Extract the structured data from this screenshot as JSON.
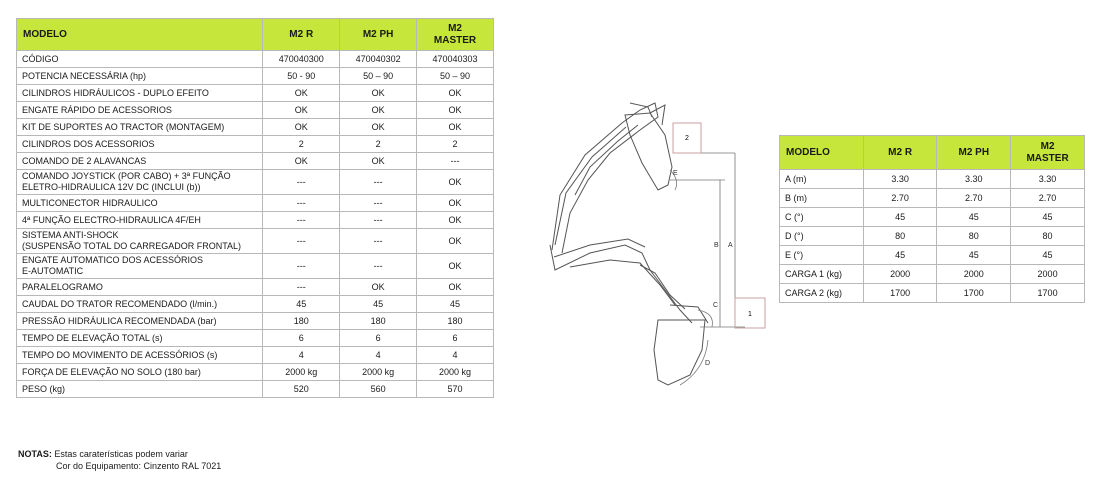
{
  "main_table": {
    "headers": [
      "MODELO",
      "M2 R",
      "M2 PH",
      "M2\nMASTER"
    ],
    "rows": [
      {
        "label": "CÓDIGO",
        "values": [
          "470040300",
          "470040302",
          "470040303"
        ]
      },
      {
        "label": "POTENCIA NECESSÁRIA (hp)",
        "values": [
          "50 - 90",
          "50 – 90",
          "50 – 90"
        ]
      },
      {
        "label": "CILINDROS HIDRÁULICOS - DUPLO EFEITO",
        "values": [
          "OK",
          "OK",
          "OK"
        ]
      },
      {
        "label": "ENGATE RÁPIDO DE ACESSORIOS",
        "values": [
          "OK",
          "OK",
          "OK"
        ]
      },
      {
        "label": "KIT DE SUPORTES AO TRACTOR (MONTAGEM)",
        "values": [
          "OK",
          "OK",
          "OK"
        ]
      },
      {
        "label": "CILINDROS DOS ACESSORIOS",
        "values": [
          "2",
          "2",
          "2"
        ]
      },
      {
        "label": "COMANDO DE 2 ALAVANCAS",
        "values": [
          "OK",
          "OK",
          "---"
        ]
      },
      {
        "label": "COMANDO JOYSTICK (POR CABO) + 3ª FUNÇÃO\nELETRO-HIDRAULICA 12V DC (INCLUI (b))",
        "values": [
          "---",
          "---",
          "OK"
        ]
      },
      {
        "label": "MULTICONECTOR HIDRAULICO",
        "values": [
          "---",
          "---",
          "OK"
        ]
      },
      {
        "label": "4ª FUNÇÃO ELECTRO-HIDRAULICA 4F/EH",
        "values": [
          "---",
          "---",
          "OK"
        ]
      },
      {
        "label": "SISTEMA ANTI-SHOCK\n(SUSPENSÃO TOTAL DO CARREGADOR FRONTAL)",
        "values": [
          "---",
          "---",
          "OK"
        ]
      },
      {
        "label": "ENGATE AUTOMATICO DOS ACESSÓRIOS\nE-AUTOMATIC",
        "values": [
          "---",
          "---",
          "OK"
        ]
      },
      {
        "label": "PARALELOGRAMO",
        "values": [
          "---",
          "OK",
          "OK"
        ]
      },
      {
        "label": "CAUDAL DO TRATOR RECOMENDADO (l/min.)",
        "values": [
          "45",
          "45",
          "45"
        ]
      },
      {
        "label": "PRESSÃO HIDRÁULICA RECOMENDADA (bar)",
        "values": [
          "180",
          "180",
          "180"
        ]
      },
      {
        "label": "TEMPO DE ELEVAÇÃO TOTAL (s)",
        "values": [
          "6",
          "6",
          "6"
        ]
      },
      {
        "label": "TEMPO DO MOVIMENTO DE ACESSÓRIOS (s)",
        "values": [
          "4",
          "4",
          "4"
        ]
      },
      {
        "label": "FORÇA DE ELEVAÇÃO NO SOLO (180 bar)",
        "values": [
          "2000 kg",
          "2000 kg",
          "2000 kg"
        ]
      },
      {
        "label": "PESO (kg)",
        "values": [
          "520",
          "560",
          "570"
        ]
      }
    ]
  },
  "dimension_table": {
    "headers": [
      "MODELO",
      "M2 R",
      "M2 PH",
      "M2\nMASTER"
    ],
    "rows": [
      {
        "label": "A (m)",
        "values": [
          "3.30",
          "3.30",
          "3.30"
        ]
      },
      {
        "label": "B (m)",
        "values": [
          "2.70",
          "2.70",
          "2.70"
        ]
      },
      {
        "label": "C (°)",
        "values": [
          "45",
          "45",
          "45"
        ]
      },
      {
        "label": "D (°)",
        "values": [
          "80",
          "80",
          "80"
        ]
      },
      {
        "label": "E (°)",
        "values": [
          "45",
          "45",
          "45"
        ]
      },
      {
        "label": "CARGA 1 (kg)",
        "values": [
          "2000",
          "2000",
          "2000"
        ]
      },
      {
        "label": "CARGA 2 (kg)",
        "values": [
          "1700",
          "1700",
          "1700"
        ]
      }
    ]
  },
  "diagram": {
    "labels": {
      "box_top": "2",
      "box_bottom": "1",
      "A": "A",
      "B": "B",
      "C": "C",
      "D": "D",
      "E": "E"
    }
  },
  "notes": {
    "title": "NOTAS:",
    "line1": "Estas caraterísticas podem variar",
    "line2": "Cor do Equipamento: Cinzento RAL 7021"
  }
}
